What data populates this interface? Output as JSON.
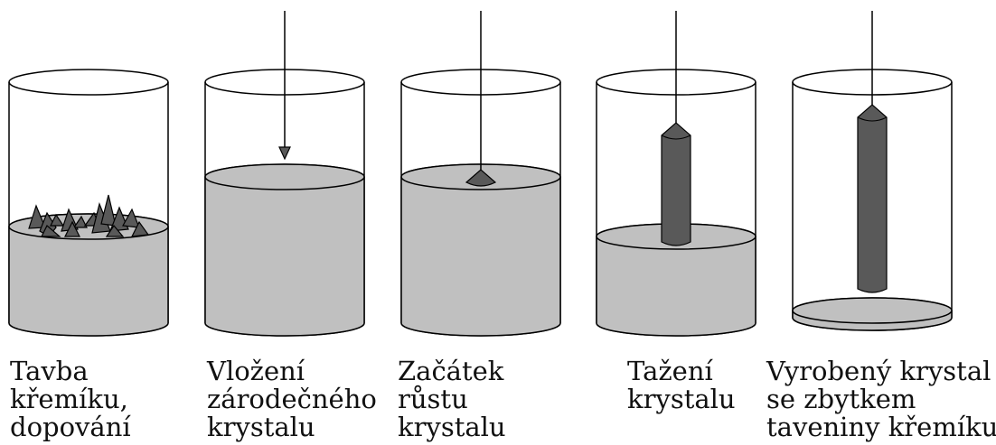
{
  "colors": {
    "melt": "#c0c0c0",
    "crystal": "#595959",
    "outline": "#000000",
    "background": "#ffffff"
  },
  "steps": [
    {
      "lines": [
        "Tavba",
        "křemíku,",
        "dopování"
      ]
    },
    {
      "lines": [
        "Vložení",
        "zárodečného",
        "krystalu"
      ]
    },
    {
      "lines": [
        "Začátek",
        "růstu",
        "krystalu"
      ]
    },
    {
      "lines": [
        "Tažení",
        "krystalu"
      ]
    },
    {
      "lines": [
        "Vyrobený krystal",
        "se zbytkem",
        "taveniny křemíku"
      ]
    }
  ]
}
